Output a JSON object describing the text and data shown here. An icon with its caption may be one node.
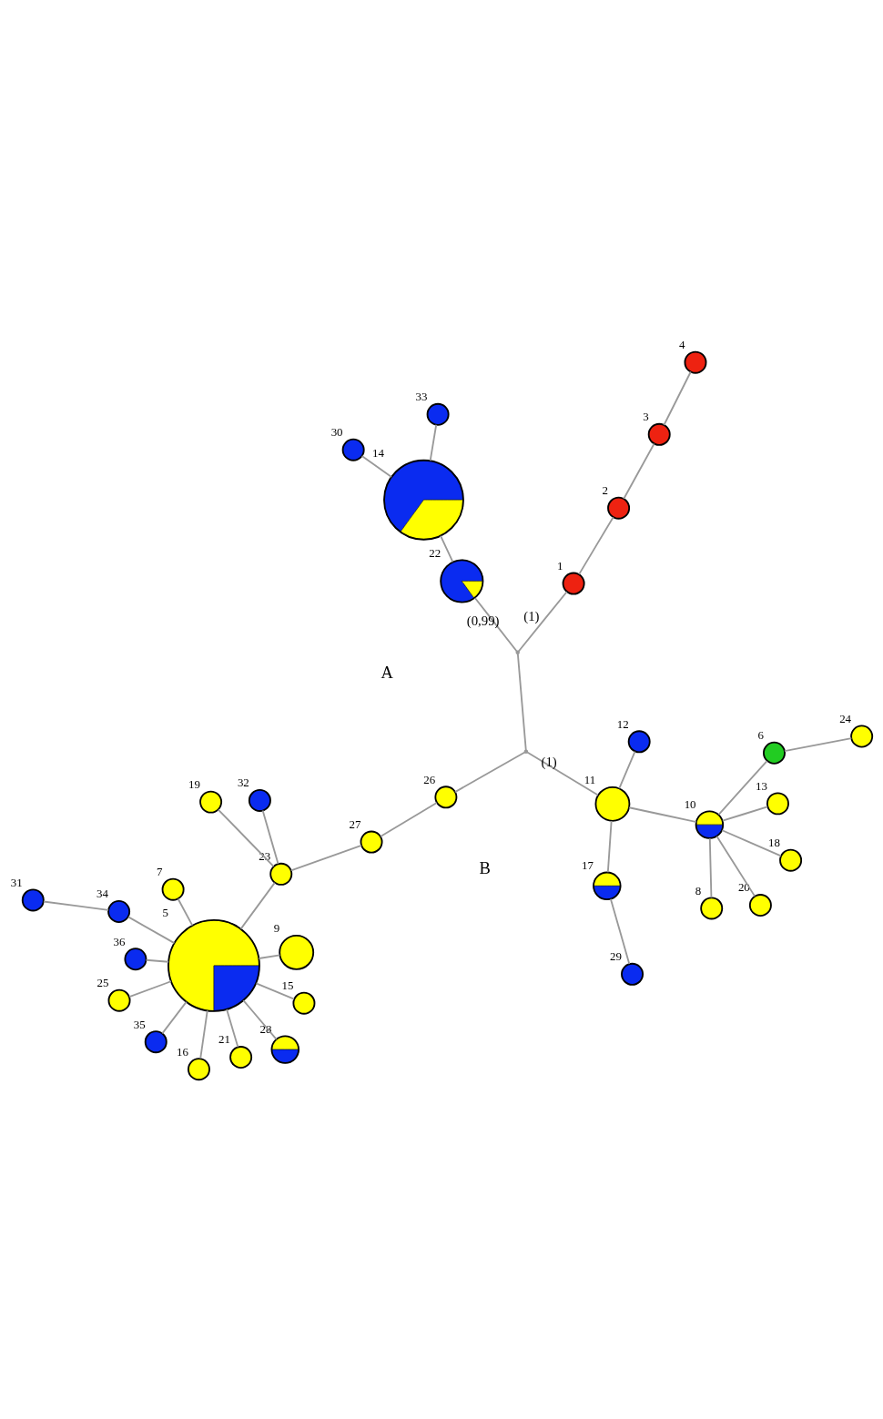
{
  "diagram": {
    "nodes": [
      {
        "text": [],
        "shape": "circle",
        "beside": [
          "25"
        ]
      },
      {
        "text": [],
        "shape": "circle",
        "beside": [
          "15"
        ]
      },
      {
        "text": [],
        "shape": "circle",
        "beside": [
          "16"
        ]
      },
      {
        "text": [],
        "shape": "circle",
        "beside": [
          "7"
        ]
      },
      {
        "text": [],
        "shape": "circle",
        "beside": [
          "9"
        ]
      },
      {
        "text": [],
        "shape": "circle",
        "beside": [
          "24"
        ]
      },
      {
        "text": [],
        "shape": "circle",
        "beside": [
          "8"
        ]
      },
      {
        "text": [],
        "shape": "circle",
        "beside": [
          "28"
        ]
      },
      {
        "text": [],
        "shape": "circle",
        "beside": [
          "35"
        ]
      },
      {
        "text": [],
        "shape": "circle",
        "beside": [
          "5"
        ]
      },
      {
        "text": [],
        "shape": "circle",
        "beside": [
          "21"
        ]
      },
      {
        "text": [],
        "shape": "circle",
        "beside": [
          "36"
        ]
      },
      {
        "text": [],
        "shape": "circle",
        "beside": [
          "18"
        ]
      },
      {
        "text": [],
        "shape": "circle",
        "beside": [
          "6"
        ]
      },
      {
        "text": [],
        "shape": "circle",
        "beside": [
          "34"
        ]
      },
      {
        "text": [],
        "shape": "circle",
        "beside": [
          "23"
        ]
      },
      {
        "text": [],
        "shape": "circle",
        "beside": [
          "20"
        ]
      },
      {
        "text": [],
        "shape": "circle",
        "beside": [
          "31"
        ]
      },
      {
        "text": [],
        "shape": "circle",
        "beside": [
          "32"
        ]
      },
      {
        "text": [],
        "shape": "circle",
        "beside": [
          "12"
        ]
      },
      {
        "text": [],
        "shape": "circle",
        "beside": [
          "10"
        ]
      },
      {
        "text": [],
        "shape": "circle",
        "beside": [
          "19"
        ]
      },
      {
        "text": [],
        "shape": "circle",
        "beside": [
          "27"
        ]
      },
      {
        "text": [],
        "shape": "circle",
        "beside": [
          "13"
        ]
      },
      {
        "text": [],
        "shape": "circle",
        "beside": [
          "11"
        ]
      },
      {
        "text": [],
        "shape": "circle",
        "beside": [
          "17"
        ]
      },
      {
        "text": [],
        "shape": "circle",
        "beside": [
          "26"
        ]
      },
      {
        "text": [],
        "shape": "point"
      },
      {
        "text": [],
        "shape": "circle",
        "beside": [
          "29"
        ]
      },
      {
        "text": [],
        "shape": "point"
      },
      {
        "text": [],
        "shape": "circle",
        "beside": [
          "30"
        ]
      },
      {
        "text": [],
        "shape": "circle",
        "beside": [
          "1"
        ]
      },
      {
        "text": [],
        "shape": "circle",
        "beside": [
          "22"
        ]
      },
      {
        "text": [],
        "shape": "circle",
        "beside": [
          "14"
        ]
      },
      {
        "text": [],
        "shape": "circle",
        "beside": [
          "2"
        ]
      },
      {
        "text": [],
        "shape": "circle",
        "beside": [
          "3"
        ]
      },
      {
        "text": [],
        "shape": "circle",
        "beside": [
          "4"
        ]
      },
      {
        "text": [],
        "shape": "circle",
        "beside": [
          "33"
        ]
      }
    ],
    "edges": [
      {
        "from": 0,
        "to": 9,
        "arrow": "none"
      },
      {
        "from": 1,
        "to": 9,
        "arrow": "none"
      },
      {
        "from": 2,
        "to": 9,
        "arrow": "none"
      },
      {
        "from": 3,
        "to": 9,
        "arrow": "none"
      },
      {
        "from": 4,
        "to": 9,
        "arrow": "none"
      },
      {
        "from": 7,
        "to": 9,
        "arrow": "none"
      },
      {
        "from": 10,
        "to": 9,
        "arrow": "none"
      },
      {
        "from": 8,
        "to": 9,
        "arrow": "none"
      },
      {
        "from": 11,
        "to": 9,
        "arrow": "none"
      },
      {
        "from": 14,
        "to": 9,
        "arrow": "none"
      },
      {
        "from": 9,
        "to": 15,
        "arrow": "none"
      },
      {
        "from": 14,
        "to": 17,
        "arrow": "none"
      },
      {
        "from": 15,
        "to": 18,
        "arrow": "none"
      },
      {
        "from": 15,
        "to": 21,
        "arrow": "none"
      },
      {
        "from": 15,
        "to": 22,
        "arrow": "none"
      },
      {
        "from": 22,
        "to": 26,
        "arrow": "none"
      },
      {
        "from": 26,
        "to": 27,
        "arrow": "none"
      },
      {
        "from": 27,
        "to": 24,
        "arrow": "none",
        "label": "(1)"
      },
      {
        "from": 24,
        "to": 19,
        "arrow": "none"
      },
      {
        "from": 24,
        "to": 20,
        "arrow": "none"
      },
      {
        "from": 24,
        "to": 25,
        "arrow": "none"
      },
      {
        "from": 20,
        "to": 12,
        "arrow": "none"
      },
      {
        "from": 20,
        "to": 13,
        "arrow": "none"
      },
      {
        "from": 13,
        "to": 5,
        "arrow": "none"
      },
      {
        "from": 20,
        "to": 6,
        "arrow": "none"
      },
      {
        "from": 20,
        "to": 16,
        "arrow": "none"
      },
      {
        "from": 20,
        "to": 23,
        "arrow": "none"
      },
      {
        "from": 25,
        "to": 28,
        "arrow": "none"
      },
      {
        "from": 27,
        "to": 29,
        "arrow": "none"
      },
      {
        "from": 29,
        "to": 31,
        "arrow": "none",
        "label": "(1)"
      },
      {
        "from": 29,
        "to": 32,
        "arrow": "none",
        "label": "(0,99)"
      },
      {
        "from": 32,
        "to": 33,
        "arrow": "none"
      },
      {
        "from": 33,
        "to": 30,
        "arrow": "none"
      },
      {
        "from": 33,
        "to": 37,
        "arrow": "none"
      },
      {
        "from": 31,
        "to": 34,
        "arrow": "none"
      },
      {
        "from": 34,
        "to": 35,
        "arrow": "none"
      },
      {
        "from": 35,
        "to": 36,
        "arrow": "none"
      }
    ],
    "labels": [
      "A",
      "B"
    ]
  }
}
